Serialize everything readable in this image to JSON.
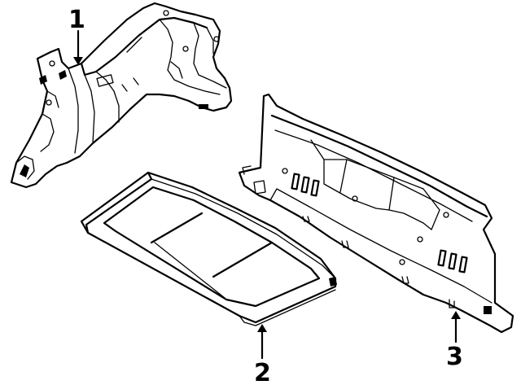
{
  "callouts": [
    {
      "label": "1"
    },
    {
      "label": "2"
    },
    {
      "label": "3"
    }
  ],
  "parts": [
    "quarter-trim-panel",
    "package-tray",
    "rear-panel-trim"
  ]
}
